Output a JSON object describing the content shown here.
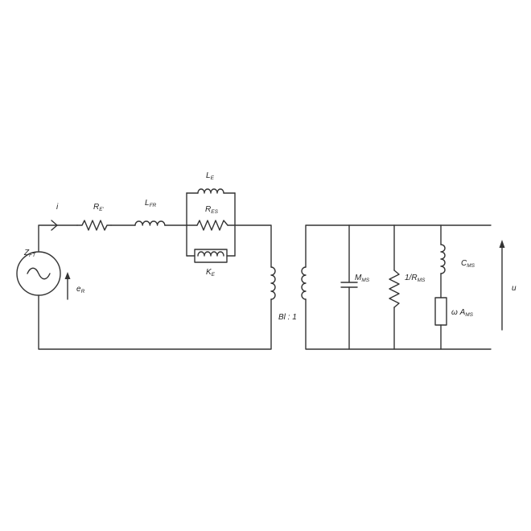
{
  "labels": {
    "current": "i",
    "source_impedance": {
      "main": "Z",
      "sub": "FT"
    },
    "source_voltage": {
      "main": "e",
      "sub": "R"
    },
    "series_resistor": {
      "main": "R",
      "sub": "E'"
    },
    "series_inductor": {
      "main": "L",
      "sub": "FR"
    },
    "parallel_inductor": {
      "main": "L",
      "sub": "E"
    },
    "parallel_resistor": {
      "main": "R",
      "sub": "ES"
    },
    "parallel_block": {
      "main": "K",
      "sub": "E"
    },
    "transformer_ratio": "Bl : 1",
    "mass_capacitor": {
      "main": "M",
      "sub": "MS"
    },
    "mech_resistor": {
      "main": "1/R",
      "sub": "MS"
    },
    "compliance_inductor": {
      "main": "C",
      "sub": "MS"
    },
    "radiation_resistor": {
      "main": "ω A",
      "sub": "MS"
    },
    "output_velocity": "u"
  },
  "colors": {
    "stroke": "#333333",
    "text": "#222222",
    "background": "#ffffff"
  }
}
